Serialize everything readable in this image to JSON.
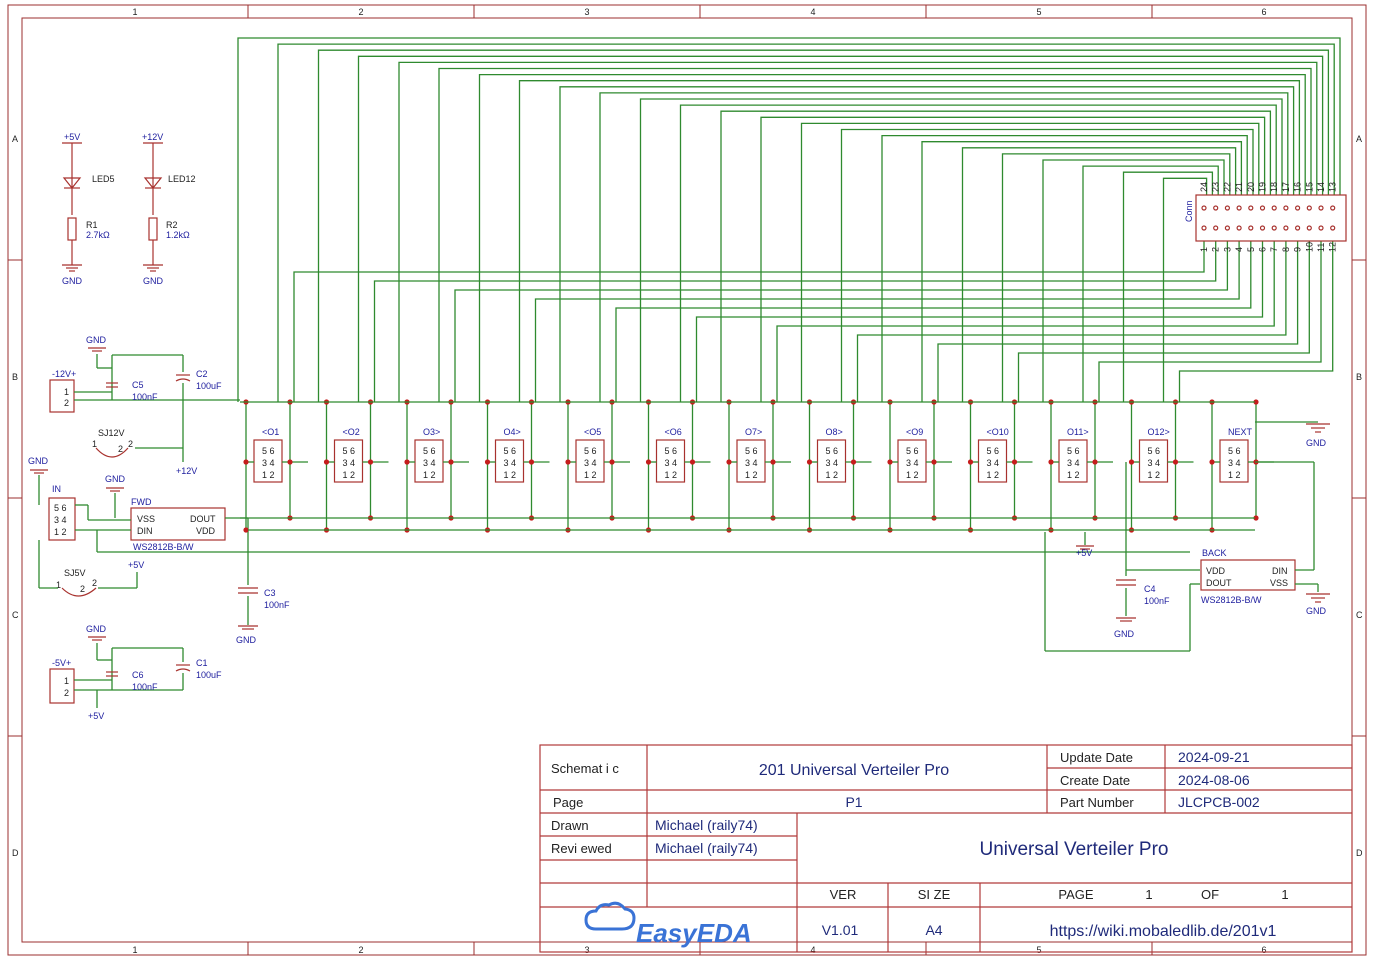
{
  "frame": {
    "columns": [
      "1",
      "2",
      "3",
      "4",
      "5",
      "6"
    ],
    "rows": [
      "A",
      "B",
      "C",
      "D"
    ]
  },
  "supplies": {
    "p5": "+5V",
    "p12": "+12V",
    "m12": "-12V+",
    "m5": "-5V+",
    "gnd": "GND",
    "plus12": "+12V",
    "plus5": "+5V"
  },
  "leds": [
    {
      "ref": "LED5",
      "resistor": "R1",
      "value": "2.7kΩ",
      "rail": "+5V"
    },
    {
      "ref": "LED12",
      "resistor": "R2",
      "value": "1.2kΩ",
      "rail": "+12V"
    }
  ],
  "caps": {
    "c1": {
      "ref": "C1",
      "value": "100uF"
    },
    "c2": {
      "ref": "C2",
      "value": "100uF"
    },
    "c3": {
      "ref": "C3",
      "value": "100nF"
    },
    "c4": {
      "ref": "C4",
      "value": "100nF"
    },
    "c5": {
      "ref": "C5",
      "value": "100nF"
    },
    "c6": {
      "ref": "C6",
      "value": "100nF"
    }
  },
  "jumpers": {
    "sj12": "SJ12V",
    "sj5": "SJ5V"
  },
  "connectors": {
    "in": "IN",
    "outputs": [
      "<O1",
      "<O2",
      "O3>",
      "O4>",
      "<O5",
      "<O6",
      "O7>",
      "O8>",
      "<O9",
      "<O10",
      "O11>",
      "O12>",
      "NEXT"
    ],
    "header_label": "Conn",
    "header_top_pins": [
      "24",
      "23",
      "22",
      "21",
      "20",
      "19",
      "18",
      "17",
      "16",
      "15",
      "14",
      "13"
    ],
    "header_bottom_pins": [
      "1",
      "2",
      "3",
      "4",
      "5",
      "6",
      "7",
      "8",
      "9",
      "10",
      "11",
      "12"
    ],
    "pin_grid": [
      "5 6",
      "3 4",
      "1 2"
    ]
  },
  "chips": {
    "fwd": {
      "name": "FWD",
      "part": "WS2812B-B/W",
      "vss": "VSS",
      "dout": "DOUT",
      "din": "DIN",
      "vdd": "VDD"
    },
    "back": {
      "name": "BACK",
      "part": "WS2812B-B/W",
      "vdd": "VDD",
      "din": "DIN",
      "dout": "DOUT",
      "vss": "VSS"
    }
  },
  "title_block": {
    "schematic_label": "Schemat i c",
    "schematic_title": "201 Universal Verteiler Pro",
    "page_label": "Page",
    "page_value": "P1",
    "update_label": "Update Date",
    "update_value": "2024-09-21",
    "create_label": "Create Date",
    "create_value": "2024-08-06",
    "part_label": "Part Number",
    "part_value": "JLCPCB-002",
    "drawn_label": "Drawn",
    "drawn_value": "Michael (raily74)",
    "reviewed_label": "Revi ewed",
    "reviewed_value": "Michael (raily74)",
    "project": "Universal Verteiler Pro",
    "ver_label": "VER",
    "size_label": "SI ZE",
    "pagenum_label": "PAGE",
    "page_num": "1",
    "of_label": "OF",
    "page_total": "1",
    "version": "V1.01",
    "size": "A4",
    "url": "https://wiki.mobaledlib.de/201v1",
    "logo_text": "EasyEDA"
  }
}
